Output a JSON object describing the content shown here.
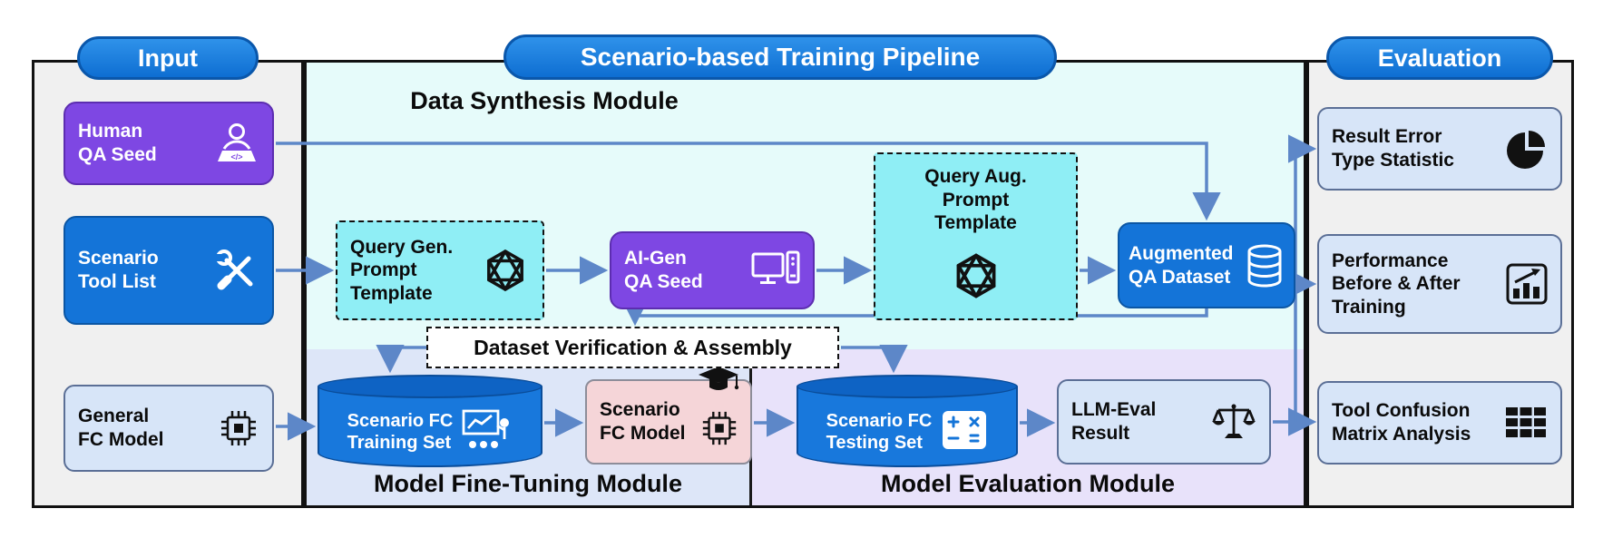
{
  "pills": {
    "input": "Input",
    "pipeline": "Scenario-based Training Pipeline",
    "evaluation": "Evaluation"
  },
  "input_panel": {
    "human_qa_seed": {
      "label": "Human\nQA Seed",
      "icon": "person-laptop-icon"
    },
    "scenario_tool_list": {
      "label": "Scenario\nTool List",
      "icon": "tools-icon"
    },
    "general_fc_model": {
      "label": "General\nFC Model",
      "icon": "chip-icon"
    }
  },
  "pipeline": {
    "data_synthesis": {
      "title": "Data Synthesis Module",
      "query_gen_template": {
        "label": "Query Gen.\nPrompt\nTemplate",
        "icon": "openai-icon"
      },
      "ai_gen_qa_seed": {
        "label": "AI-Gen\nQA Seed",
        "icon": "computer-icon"
      },
      "query_aug_template": {
        "label": "Query Aug.\nPrompt\nTemplate",
        "icon": "openai-icon"
      },
      "augmented_qa_dataset": {
        "label": "Augmented\nQA Dataset",
        "icon": "database-icon"
      }
    },
    "dataset_verification": {
      "label": "Dataset Verification & Assembly"
    },
    "fine_tuning": {
      "title": "Model Fine-Tuning Module",
      "training_set": {
        "label": "Scenario FC\nTraining Set",
        "icon": "teacher-icon"
      },
      "fc_model": {
        "label": "Scenario\nFC Model",
        "icons": [
          "graduation-cap-icon",
          "chip-icon"
        ]
      }
    },
    "evaluation_module": {
      "title": "Model Evaluation Module",
      "testing_set": {
        "label": "Scenario FC\nTesting Set",
        "icon": "calculator-icon"
      },
      "llm_eval_result": {
        "label": "LLM-Eval\nResult",
        "icon": "balance-scale-icon"
      }
    }
  },
  "evaluation_panel": {
    "result_error": {
      "label": "Result Error\nType Statistic",
      "icon": "pie-chart-icon"
    },
    "performance": {
      "label": "Performance\nBefore & After\nTraining",
      "icon": "bar-chart-icon"
    },
    "tool_confusion": {
      "label": "Tool Confusion\nMatrix Analysis",
      "icon": "table-icon"
    }
  },
  "colors": {
    "node_blue": "#1474d8",
    "node_purple": "#7e47e3",
    "template_cyan": "#8feef5",
    "node_pink": "#f5d5d8",
    "node_lightblue": "#d7e5f8",
    "region_synthesis": "#e6fbfa",
    "region_finetune": "#dde6f8",
    "region_evaluation": "#e8e2fa",
    "panel_gray": "#f0f0f0",
    "pill_blue": "#1b82e3",
    "arrow": "#5d87c8"
  }
}
